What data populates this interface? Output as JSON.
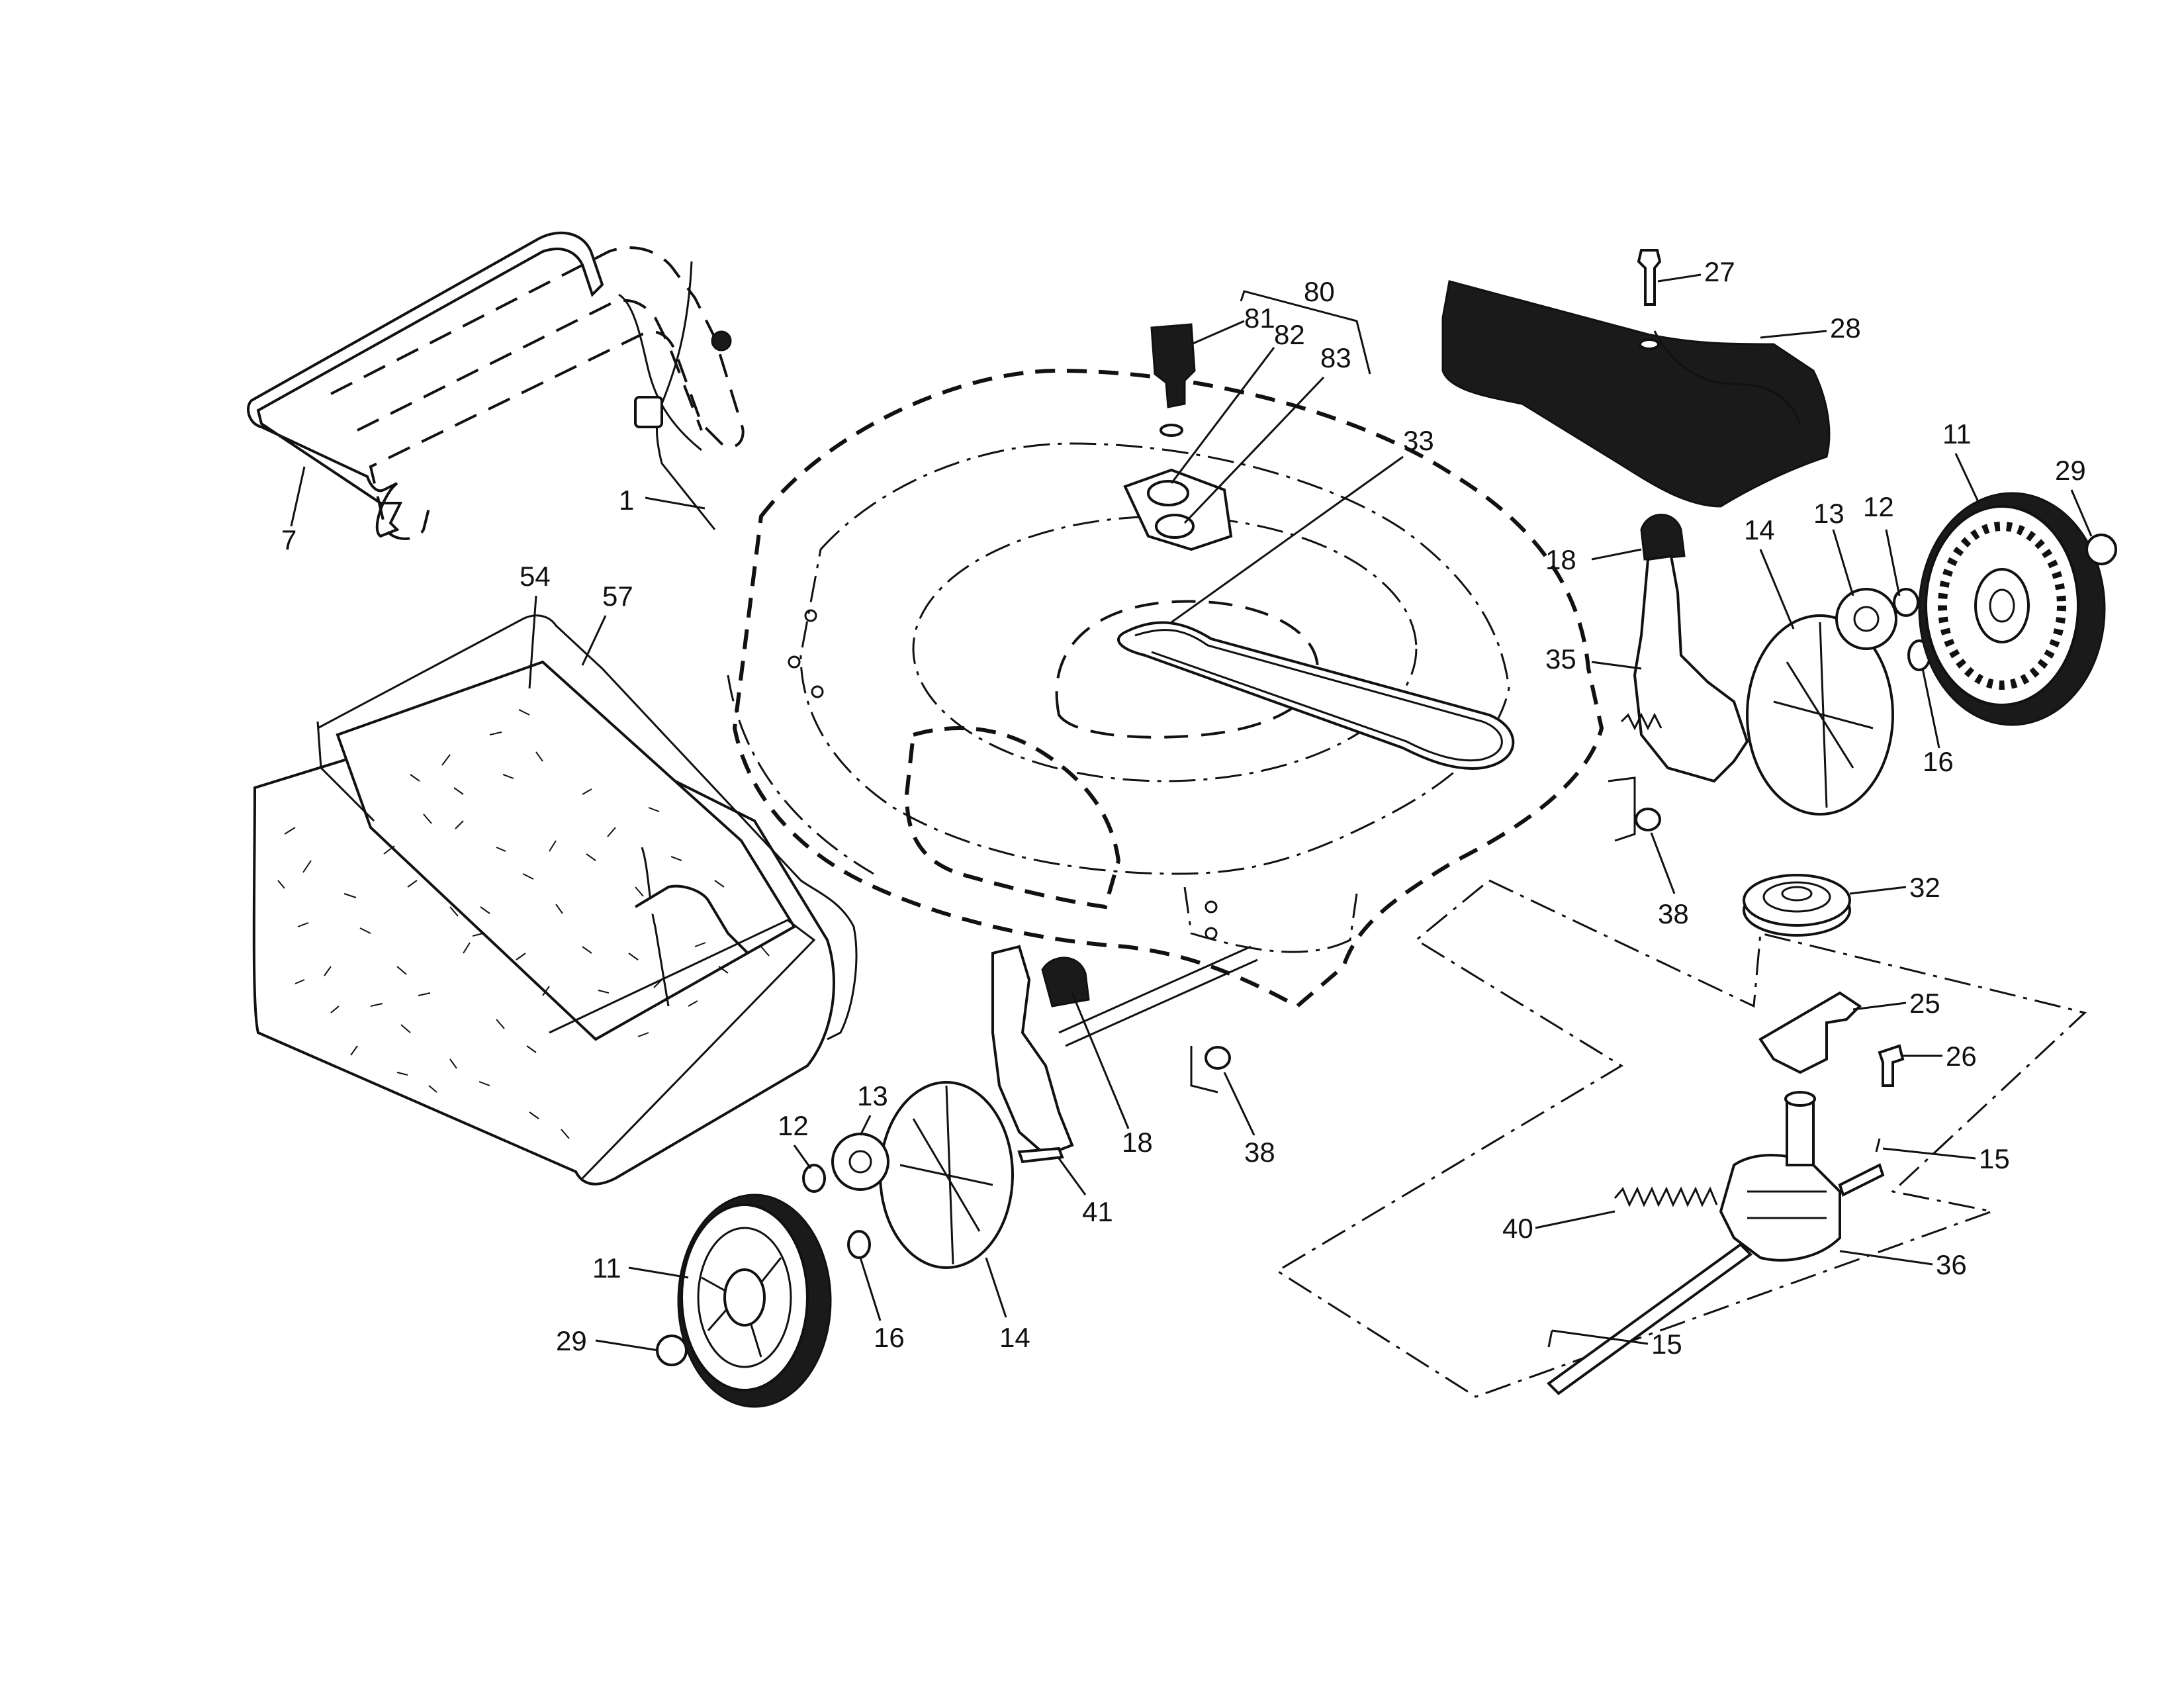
{
  "callouts": [
    {
      "id": "c-1",
      "label": "1"
    },
    {
      "id": "c-7",
      "label": "7"
    },
    {
      "id": "c-54",
      "label": "54"
    },
    {
      "id": "c-57",
      "label": "57"
    },
    {
      "id": "c-80",
      "label": "80"
    },
    {
      "id": "c-81",
      "label": "81"
    },
    {
      "id": "c-82",
      "label": "82"
    },
    {
      "id": "c-83",
      "label": "83"
    },
    {
      "id": "c-33",
      "label": "33"
    },
    {
      "id": "c-27",
      "label": "27"
    },
    {
      "id": "c-28",
      "label": "28"
    },
    {
      "id": "c-18a",
      "label": "18"
    },
    {
      "id": "c-35",
      "label": "35"
    },
    {
      "id": "c-14a",
      "label": "14"
    },
    {
      "id": "c-13a",
      "label": "13"
    },
    {
      "id": "c-12a",
      "label": "12"
    },
    {
      "id": "c-11a",
      "label": "11"
    },
    {
      "id": "c-29a",
      "label": "29"
    },
    {
      "id": "c-16a",
      "label": "16"
    },
    {
      "id": "c-38a",
      "label": "38"
    },
    {
      "id": "c-32",
      "label": "32"
    },
    {
      "id": "c-25",
      "label": "25"
    },
    {
      "id": "c-26",
      "label": "26"
    },
    {
      "id": "c-15a",
      "label": "15"
    },
    {
      "id": "c-40",
      "label": "40"
    },
    {
      "id": "c-36",
      "label": "36"
    },
    {
      "id": "c-15b",
      "label": "15"
    },
    {
      "id": "c-38b",
      "label": "38"
    },
    {
      "id": "c-18b",
      "label": "18"
    },
    {
      "id": "c-41",
      "label": "41"
    },
    {
      "id": "c-13b",
      "label": "13"
    },
    {
      "id": "c-12b",
      "label": "12"
    },
    {
      "id": "c-11b",
      "label": "11"
    },
    {
      "id": "c-29b",
      "label": "29"
    },
    {
      "id": "c-16b",
      "label": "16"
    },
    {
      "id": "c-14b",
      "label": "14"
    }
  ]
}
